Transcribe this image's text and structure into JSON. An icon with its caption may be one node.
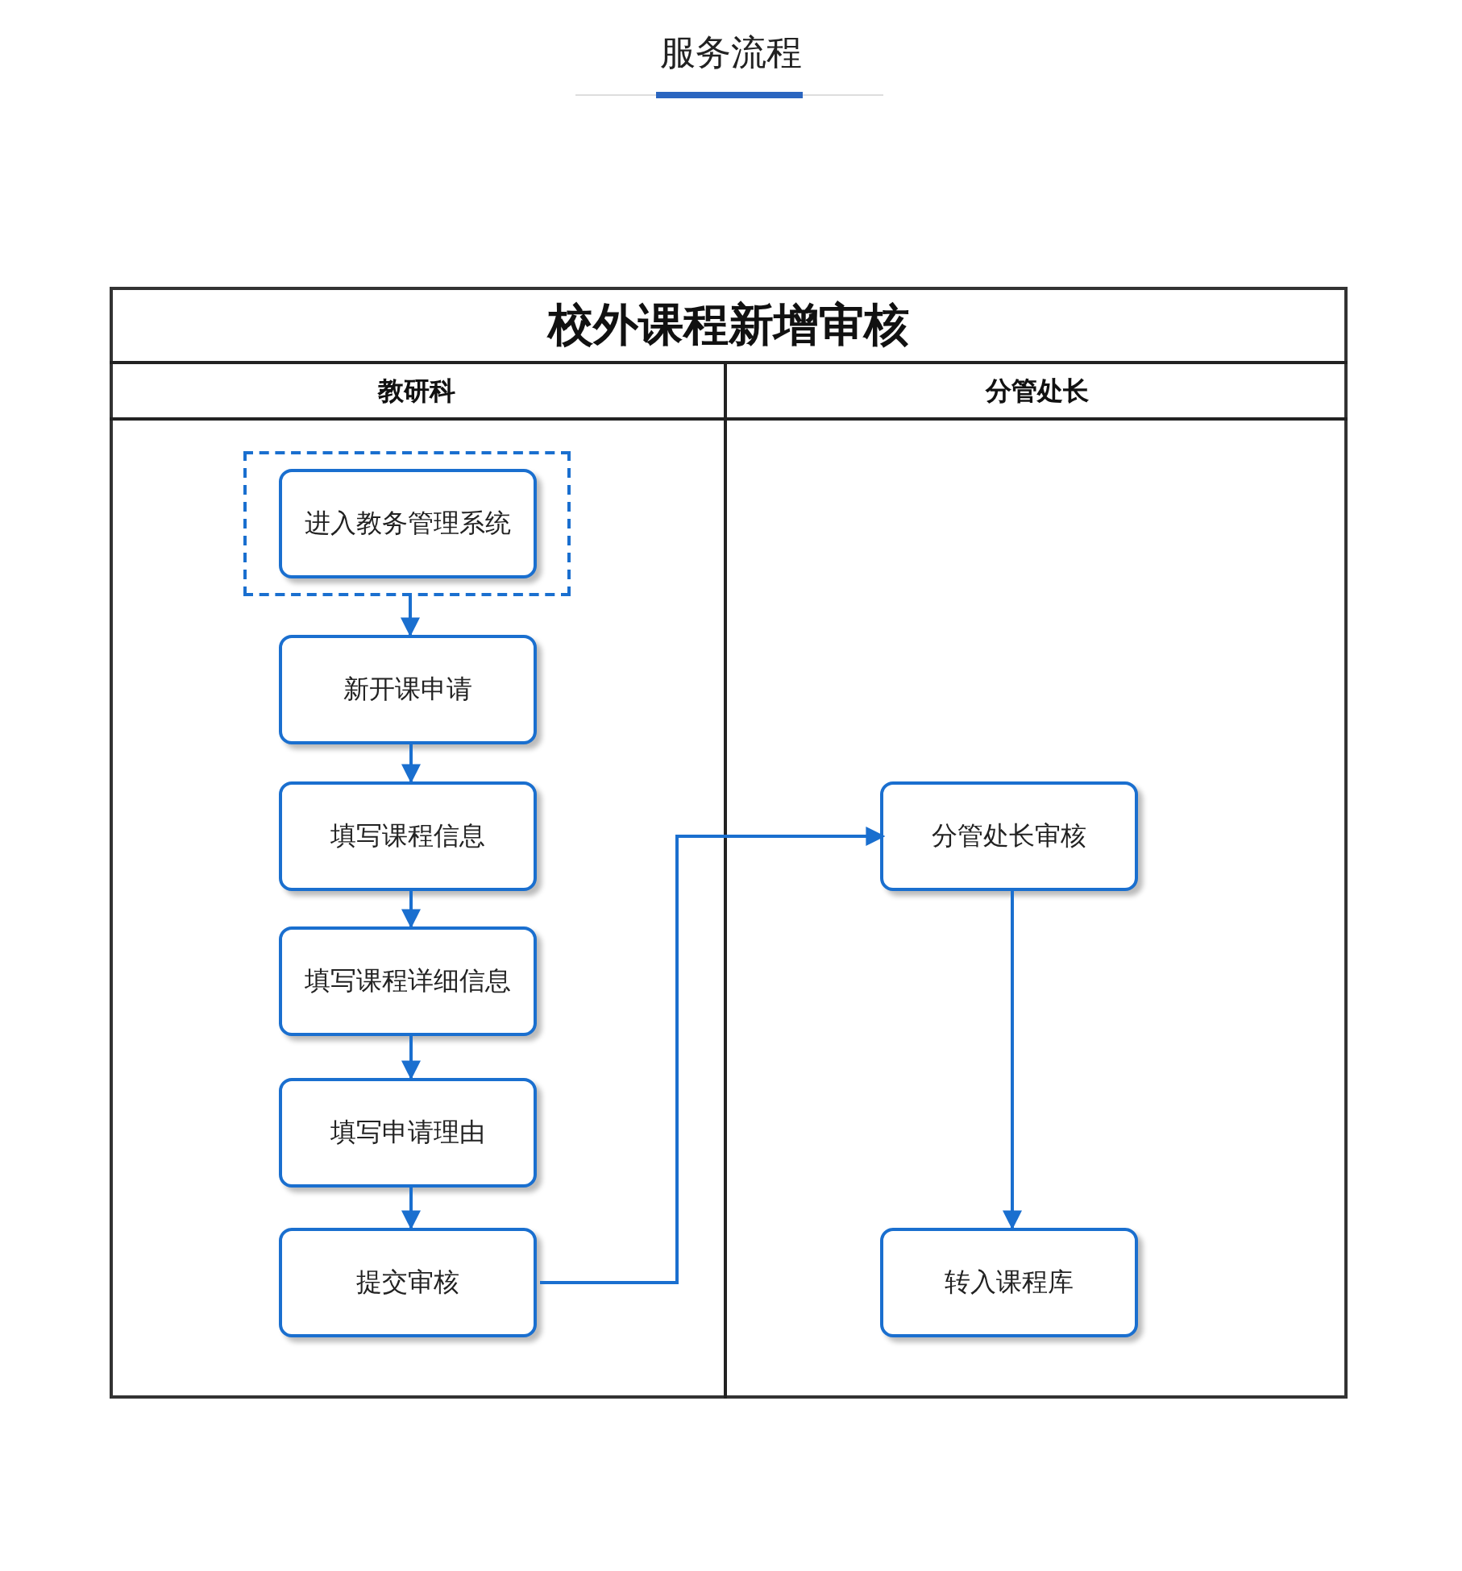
{
  "diagram": {
    "title": "服务流程",
    "nodes": [
      {
        "text": [
          "校外课程新增审核"
        ]
      },
      {
        "text": [
          "教研科"
        ],
        "in": 0
      },
      {
        "text": [
          "分管处长"
        ],
        "in": 0
      },
      {
        "text": [],
        "shape": "box",
        "in": 1
      },
      {
        "text": [
          "进入教务管理系统"
        ],
        "in": 3
      },
      {
        "text": [
          "新开课申请"
        ],
        "in": 1
      },
      {
        "text": [
          "填写课程信息"
        ],
        "in": 1
      },
      {
        "text": [
          "填写课程详细信息"
        ],
        "in": 1
      },
      {
        "text": [
          "填写申请理由"
        ],
        "in": 1
      },
      {
        "text": [
          "提交审核"
        ],
        "in": 1
      },
      {
        "text": [
          "分管处长审核"
        ],
        "in": 2
      },
      {
        "text": [
          "转入课程库"
        ],
        "in": 2
      }
    ],
    "edges": [
      {
        "from": 3,
        "to": 5,
        "arrow": "to"
      },
      {
        "from": 5,
        "to": 6,
        "arrow": "to"
      },
      {
        "from": 6,
        "to": 7,
        "arrow": "to"
      },
      {
        "from": 7,
        "to": 8,
        "arrow": "to"
      },
      {
        "from": 8,
        "to": 9,
        "arrow": "to"
      },
      {
        "from": 9,
        "to": 10,
        "arrow": "to"
      },
      {
        "from": 10,
        "to": 11,
        "arrow": "to"
      }
    ]
  }
}
